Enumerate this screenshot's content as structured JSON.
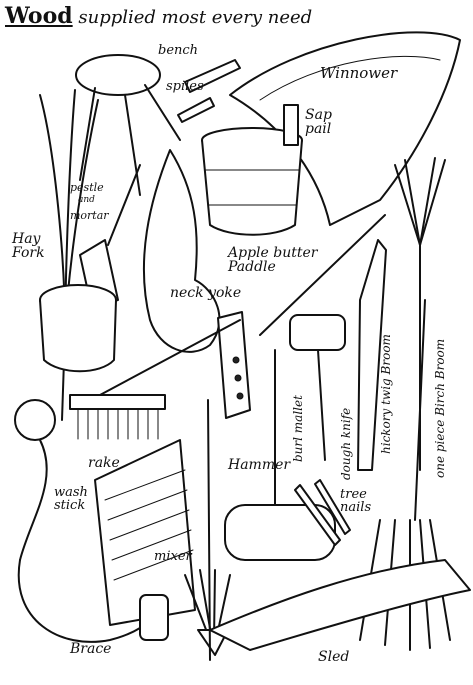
{
  "title": {
    "initial": "Wood",
    "rest": "supplied most every need"
  },
  "labels": {
    "bench": "bench",
    "spiles": "spiles",
    "winnower": "Winnower",
    "sap_pail": "Sap pail",
    "pestle": "pestle",
    "and": "and",
    "mortar": "mortar",
    "hay_fork": "Hay Fork",
    "apple_butter_paddle": "Apple butter Paddle",
    "neck_yoke": "neck yoke",
    "burl_mallet": "burl mallet",
    "dough_knife": "dough knife",
    "hickory_broom": "hickory twig Broom",
    "birch_broom": "one piece Birch Broom",
    "rake": "rake",
    "hammer": "Hammer",
    "wash_stick": "wash stick",
    "tree_nails": "tree nails",
    "mixer": "mixer",
    "brace": "Brace",
    "sled": "Sled"
  },
  "colors": {
    "ink": "#111111",
    "paper": "#ffffff"
  }
}
